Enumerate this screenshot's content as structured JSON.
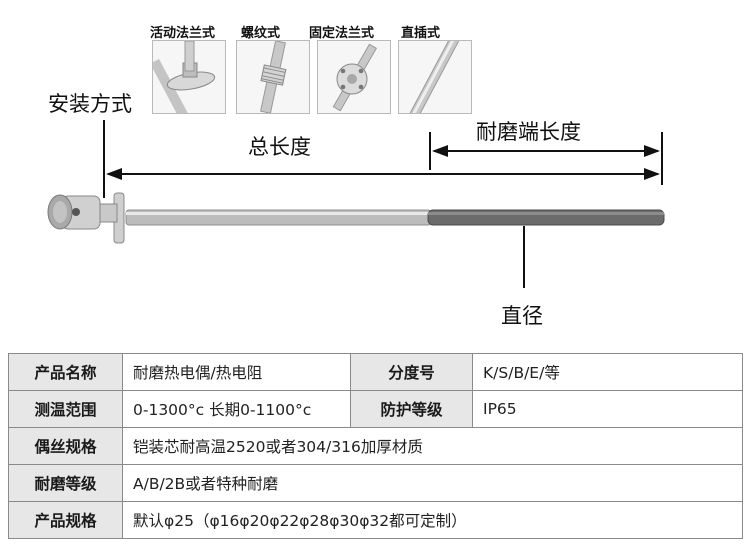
{
  "mount_types": [
    {
      "label": "活动法兰式",
      "icon": "sliding-flange-mount-icon"
    },
    {
      "label": "螺纹式",
      "icon": "threaded-mount-icon"
    },
    {
      "label": "固定法兰式",
      "icon": "fixed-flange-mount-icon"
    },
    {
      "label": "直插式",
      "icon": "direct-insert-mount-icon"
    }
  ],
  "diagram": {
    "install_label": "安装方式",
    "total_length_label": "总长度",
    "wear_end_length_label": "耐磨端长度",
    "diameter_label": "直径",
    "colors": {
      "sheath": "#b9b9b9",
      "wear_end": "#6a6a6a",
      "line": "#111111"
    }
  },
  "specs": {
    "rows": [
      {
        "cells": [
          {
            "key": "产品名称",
            "value": "耐磨热电偶/热电阻"
          },
          {
            "key": "分度号",
            "value": "K/S/B/E/等"
          }
        ]
      },
      {
        "cells": [
          {
            "key": "测温范围",
            "value": "0-1300°c 长期0-1100°c"
          },
          {
            "key": "防护等级",
            "value": "IP65"
          }
        ]
      },
      {
        "cells": [
          {
            "key": "偶丝规格",
            "value": "铠装芯耐高温2520或者304/316加厚材质"
          }
        ]
      },
      {
        "cells": [
          {
            "key": "耐磨等级",
            "value": "A/B/2B或者特种耐磨"
          }
        ]
      },
      {
        "cells": [
          {
            "key": "产品规格",
            "value": "默认φ25（φ16φ20φ22φ28φ30φ32都可定制）"
          }
        ]
      }
    ]
  }
}
